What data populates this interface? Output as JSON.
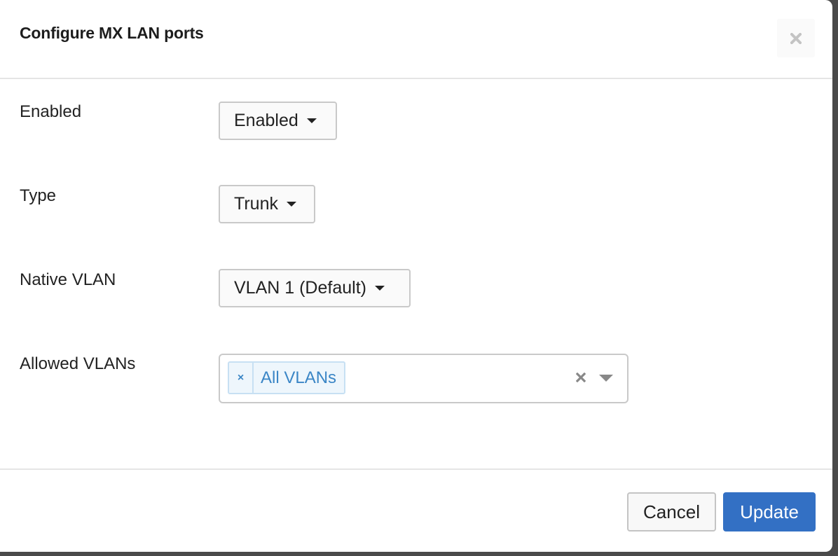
{
  "dialog": {
    "title": "Configure MX LAN ports",
    "close_icon": "close-icon"
  },
  "form": {
    "enabled": {
      "label": "Enabled",
      "value": "Enabled"
    },
    "type": {
      "label": "Type",
      "value": "Trunk"
    },
    "native_vlan": {
      "label": "Native VLAN",
      "value": "VLAN 1 (Default)"
    },
    "allowed_vlans": {
      "label": "Allowed VLANs",
      "tags": [
        {
          "label": "All VLANs",
          "remove_symbol": "×"
        }
      ]
    }
  },
  "footer": {
    "cancel_label": "Cancel",
    "update_label": "Update"
  },
  "colors": {
    "primary": "#3370c4",
    "tag_text": "#3b86c6",
    "tag_bg": "#eef6fc",
    "overlay": "#4a4a4a"
  }
}
